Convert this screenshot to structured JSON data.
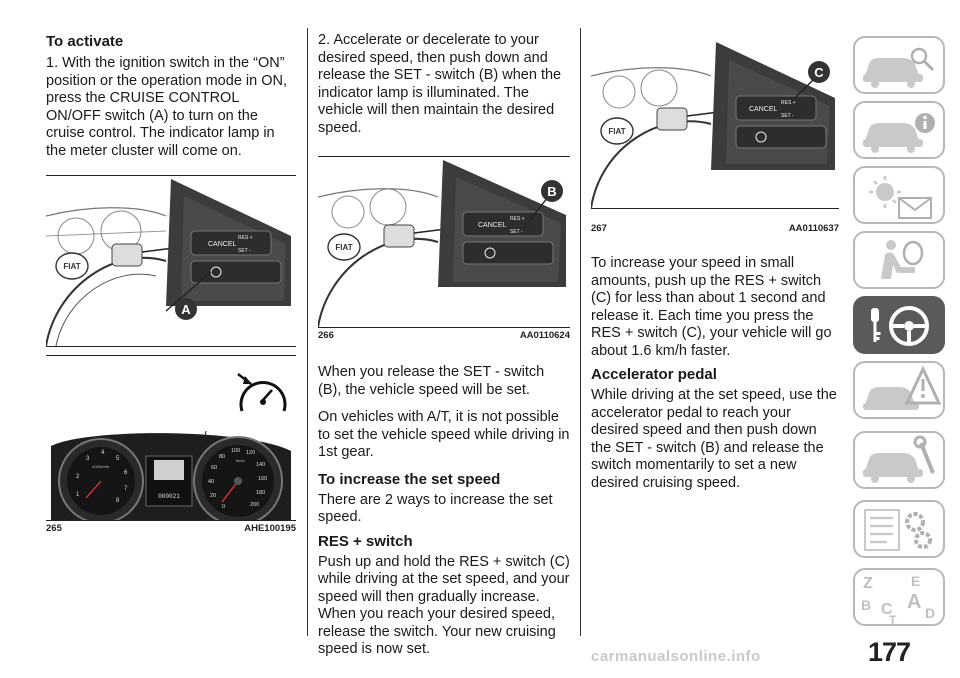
{
  "col1": {
    "heading": "To activate",
    "para": "1. With the ignition switch in the “ON” position or the operation mode in ON, press the CRUISE CONTROL ON/OFF switch (A) to turn on the cruise control. The indicator lamp in the meter cluster will come on.",
    "fig265": {
      "number": "265",
      "code": "AHE100195",
      "callout": "A",
      "cancel": "CANCEL",
      "res": "RES +",
      "set": "SET -"
    }
  },
  "col2": {
    "para1": "2. Accelerate or decelerate to your desired speed, then push down and release the SET - switch (B) when the indicator lamp is illuminated. The vehicle will then maintain the desired speed.",
    "fig266": {
      "number": "266",
      "code": "AA0110624",
      "callout": "B",
      "cancel": "CANCEL",
      "res": "RES +",
      "set": "SET -"
    },
    "para2": "When you release the SET - switch (B), the vehicle speed will be set.",
    "para3": "On vehicles with A/T, it is not possible to set the vehicle speed while driving in 1st gear.",
    "heading1": "To increase the set speed",
    "para4": "There are 2 ways to increase the set speed.",
    "heading2": "RES + switch",
    "para5": "Push up and hold the RES + switch (C) while driving at the set speed, and your speed will then gradually increase. When you reach your desired speed, release the switch. Your new cruising speed is now set."
  },
  "col3": {
    "fig267": {
      "number": "267",
      "code": "AA0110637",
      "callout": "C",
      "cancel": "CANCEL",
      "res": "RES +",
      "set": "SET -"
    },
    "para1": "To increase your speed in small amounts, push up the RES + switch (C) for less than about 1 second and release it. Each time you press the RES + switch (C), your vehicle will go about 1.6 km/h faster.",
    "heading": "Accelerator pedal",
    "para2": "While driving at the set speed, use the accelerator pedal to reach your desired speed and then push down the SET - switch (B) and release the switch momentarily to set a new desired cruising speed."
  },
  "page_number": "177",
  "watermark": "carmanualsonline.info",
  "brand_logo": "FIAT",
  "cluster": {
    "odometer": "000021",
    "tach_ticks": [
      "1",
      "2",
      "3",
      "4",
      "5",
      "6",
      "7",
      "8"
    ],
    "tach_unit": "x1000r/min",
    "speed_ticks": [
      "0",
      "20",
      "40",
      "60",
      "80",
      "100",
      "120",
      "140",
      "160",
      "180",
      "200"
    ],
    "speed_unit": "km/h"
  },
  "sidebar": {
    "tabs": [
      {
        "icon": "car-search-icon"
      },
      {
        "icon": "car-info-icon"
      },
      {
        "icon": "warning-lights-icon"
      },
      {
        "icon": "airbag-seat-icon"
      },
      {
        "icon": "key-steering-wheel-icon",
        "active": true
      },
      {
        "icon": "emergency-triangle-icon"
      },
      {
        "icon": "car-wrench-icon"
      },
      {
        "icon": "technical-data-icon"
      },
      {
        "icon": "alphabetical-index-icon",
        "letters": [
          "Z",
          "E",
          "B",
          "A",
          "C",
          "T",
          "D"
        ]
      }
    ]
  },
  "colors": {
    "active_tab": "#5a5a5a",
    "tab_border": "#b8b8b8",
    "text": "#1a1a1a"
  }
}
